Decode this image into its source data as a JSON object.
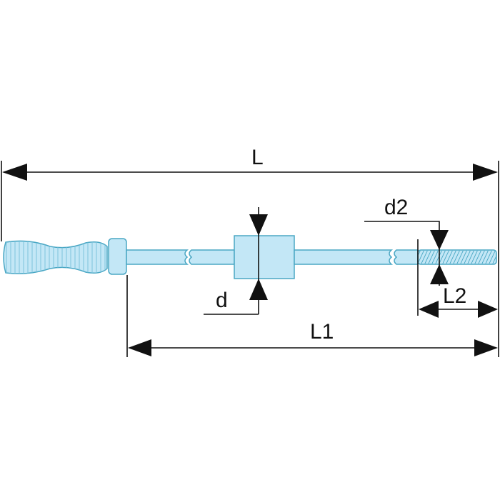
{
  "labels": {
    "L": "L",
    "L1": "L1",
    "L2": "L2",
    "d": "d",
    "d2": "d2"
  },
  "colors": {
    "part_fill": "#c3e7f6",
    "part_stroke": "#4aa7c4",
    "dimension": "#111111"
  }
}
